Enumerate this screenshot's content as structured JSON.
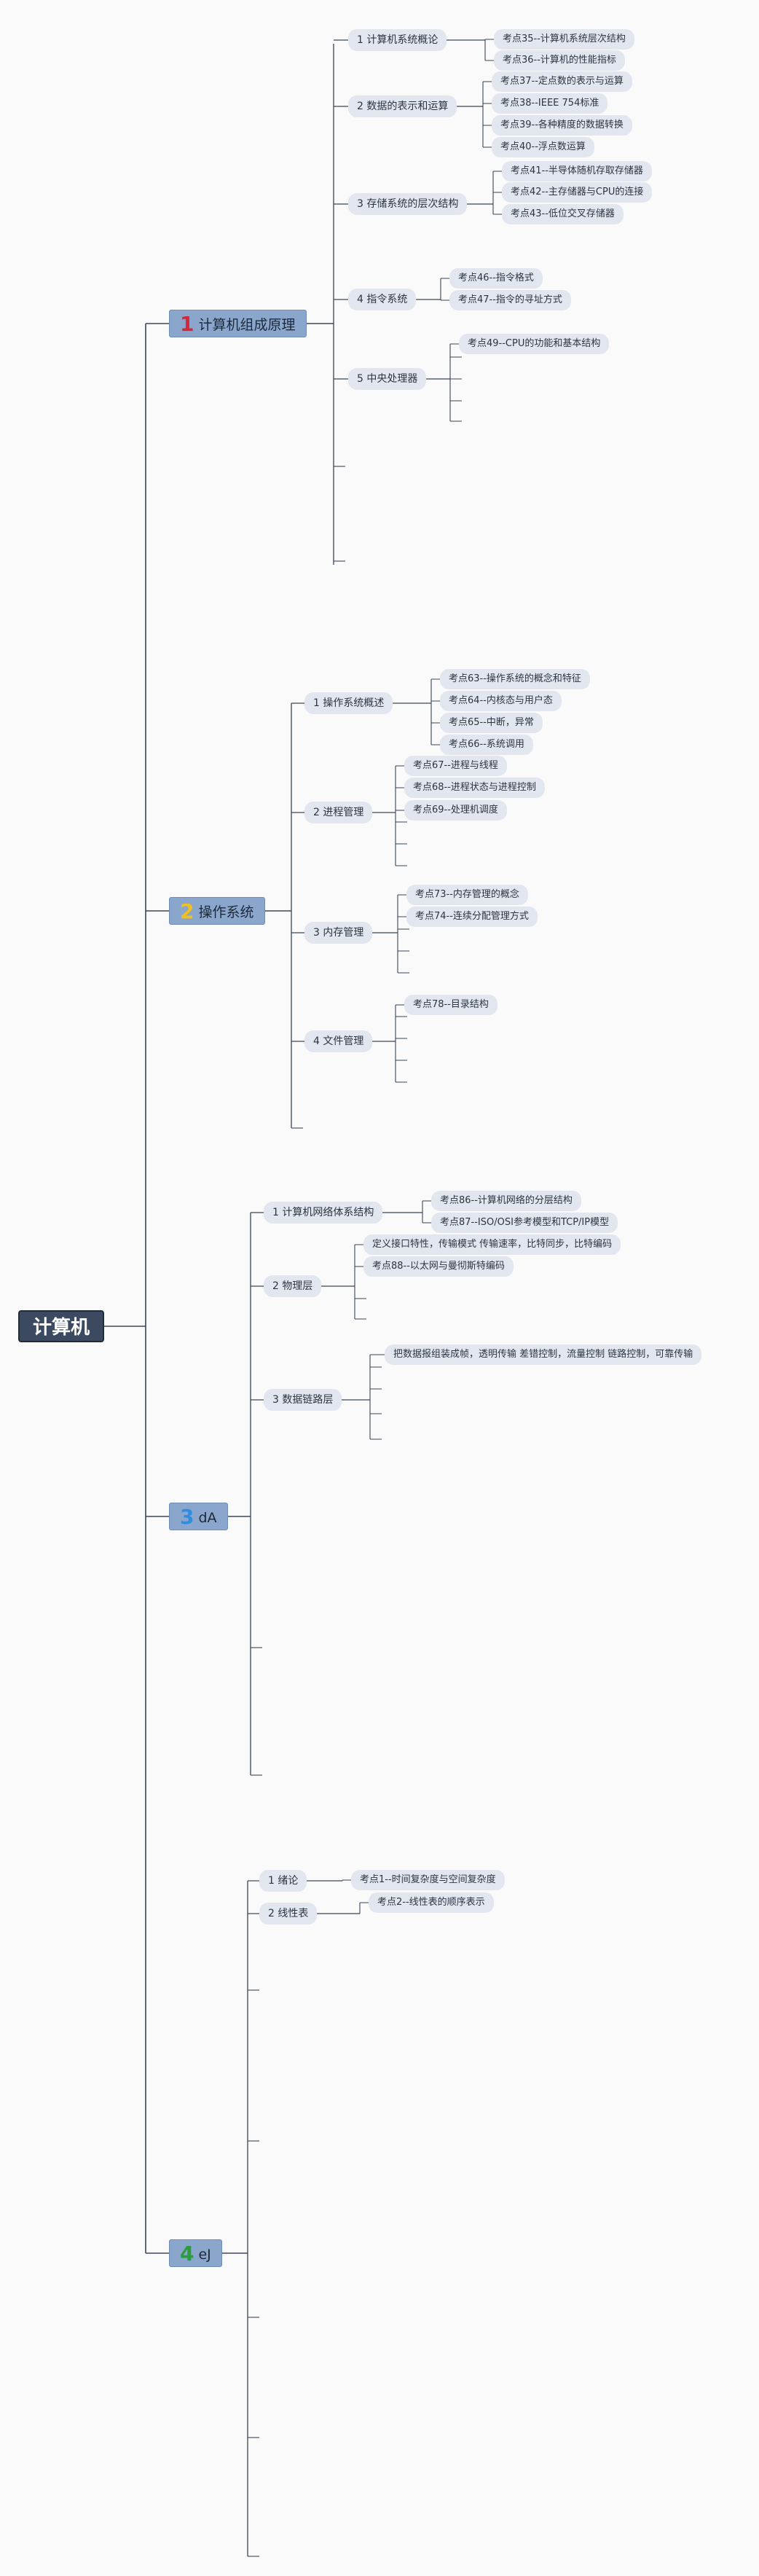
{
  "root": {
    "label": "计算机"
  },
  "colors": {
    "line": "#3a4656",
    "num1": "#d8253a",
    "num2": "#f0c020",
    "num3": "#2f8de0",
    "num4": "#2b9d3a"
  },
  "branches": [
    {
      "num": "1",
      "label": "计算机组成原理",
      "subs": [
        {
          "label": "1 计算机系统概论",
          "leaves": [
            "考点35--计算机系统层次结构",
            "考点36--计算机的性能指标"
          ]
        },
        {
          "label": "2 数据的表示和运算",
          "leaves": [
            "考点37--定点数的表示与运算",
            "考点38--IEEE 754标准",
            "考点39--各种精度的数据转换",
            "考点40--浮点数运算"
          ]
        },
        {
          "label": "3 存储系统的层次结构",
          "leaves": [
            "考点41--半导体随机存取存储器",
            "考点42--主存储器与CPU的连接",
            "考点43--低位交叉存储器"
          ]
        },
        {
          "label": "4 指令系统",
          "leaves": [
            "考点46--指令格式",
            "考点47--指令的寻址方式"
          ]
        },
        {
          "label": "5 中央处理器",
          "leaves": [
            "考点49--CPU的功能和基本结构"
          ]
        }
      ]
    },
    {
      "num": "2",
      "label": "操作系统",
      "subs": [
        {
          "label": "1 操作系统概述",
          "leaves": [
            "考点63--操作系统的概念和特征",
            "考点64--内核态与用户态",
            "考点65--中断，异常",
            "考点66--系统调用"
          ]
        },
        {
          "label": "2 进程管理",
          "leaves": [
            "考点67--进程与线程",
            "考点68--进程状态与进程控制",
            "考点69--处理机调度"
          ]
        },
        {
          "label": "3 内存管理",
          "leaves": [
            "考点73--内存管理的概念",
            "考点74--连续分配管理方式"
          ]
        },
        {
          "label": "4 文件管理",
          "leaves": [
            "考点78--目录结构"
          ]
        }
      ]
    },
    {
      "num": "3",
      "label": "dA",
      "subs": [
        {
          "label": "1 计算机网络体系结构",
          "leaves": [
            "考点86--计算机网络的分层结构",
            "考点87--ISO/OSI参考模型和TCP/IP模型"
          ]
        },
        {
          "label": "2 物理层",
          "leaves": [
            "定义接口特性，传输模式 传输速率，比特同步，比特编码",
            "考点88--以太网与曼彻斯特编码"
          ]
        },
        {
          "label": "3 数据链路层",
          "leaves": [
            "把数据报组装成帧，透明传输 差错控制，流量控制 链路控制，可靠传输"
          ]
        }
      ]
    },
    {
      "num": "4",
      "label": "eJ",
      "subs": [
        {
          "label": "1 绪论",
          "leaves": [
            "考点1--时间复杂度与空间复杂度"
          ]
        },
        {
          "label": "2 线性表",
          "leaves": [
            "考点2--线性表的顺序表示"
          ]
        }
      ]
    }
  ]
}
